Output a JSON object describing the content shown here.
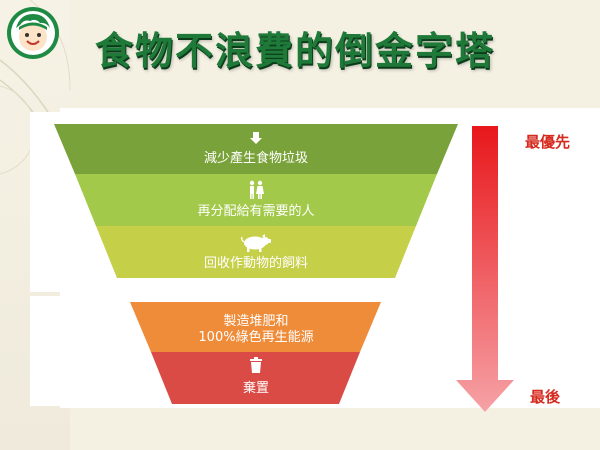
{
  "title": "食物不浪費的倒金字塔",
  "tiers": [
    {
      "label": "減少產生食物垃圾",
      "color": "#7aa23a",
      "icon": "down-arrow-icon"
    },
    {
      "label": "再分配給有需要的人",
      "color": "#a2c94a",
      "icon": "people-icon"
    },
    {
      "label": "回收作動物的飼料",
      "color": "#c5cf48",
      "icon": "pig-icon"
    },
    {
      "label_line1": "製造堆肥和",
      "label_line2": "100%綠色再生能源",
      "color": "#ef8c3a",
      "icon": ""
    },
    {
      "label": "棄置",
      "color": "#db4b45",
      "icon": "trash-can-icon"
    }
  ],
  "priority": {
    "high": "最優先",
    "low": "最後"
  },
  "colors": {
    "title": "#1f7a3a",
    "priority_text": "#d62a1f",
    "arrow_top": "#e8171b",
    "arrow_bottom": "#f6a2a6"
  }
}
